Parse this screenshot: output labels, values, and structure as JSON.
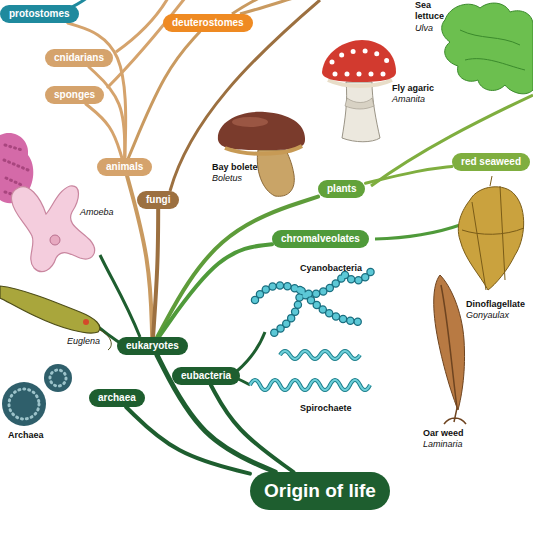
{
  "diagram": {
    "nodes": [
      {
        "text": [
          "protostomes"
        ]
      },
      {
        "text": [
          "deuterostomes"
        ]
      },
      {
        "text": [
          "cnidarians"
        ]
      },
      {
        "text": [
          "sponges"
        ]
      },
      {
        "text": [
          "red seaweed"
        ]
      },
      {
        "text": [
          "animals"
        ]
      },
      {
        "text": [
          "plants"
        ]
      },
      {
        "text": [
          "fungi"
        ]
      },
      {
        "text": [
          "chromalveolates"
        ]
      },
      {
        "text": [
          "eukaryotes"
        ]
      },
      {
        "text": [
          "eubacteria"
        ]
      },
      {
        "text": [
          "archaea"
        ]
      },
      {
        "text": [
          "Origin of life"
        ]
      }
    ],
    "edges": [
      {
        "from": 12,
        "to": 9,
        "arrow": "none"
      },
      {
        "from": 12,
        "to": 10,
        "arrow": "none"
      },
      {
        "from": 12,
        "to": 11,
        "arrow": "none"
      },
      {
        "from": 9,
        "to": 5,
        "arrow": "none"
      },
      {
        "from": 9,
        "to": 7,
        "arrow": "none"
      },
      {
        "from": 9,
        "to": 6,
        "arrow": "none"
      },
      {
        "from": 9,
        "to": 8,
        "arrow": "none"
      },
      {
        "from": 5,
        "to": 3,
        "arrow": "none"
      },
      {
        "from": 5,
        "to": 2,
        "arrow": "none"
      },
      {
        "from": 5,
        "to": 0,
        "arrow": "none"
      },
      {
        "from": 5,
        "to": 1,
        "arrow": "none"
      },
      {
        "from": 6,
        "to": 4,
        "arrow": "none"
      }
    ],
    "labels": [
      "Sea lettuce",
      "Ulva",
      "Fly agaric",
      "Amanita",
      "Bay bolete",
      "Boletus",
      "Amoeba",
      "Cyanobacteria",
      "Dinoflagellate",
      "Gonyaulax",
      "Euglena",
      "Spirochaete",
      "Archaea",
      "Oar weed",
      "Laminaria"
    ]
  }
}
